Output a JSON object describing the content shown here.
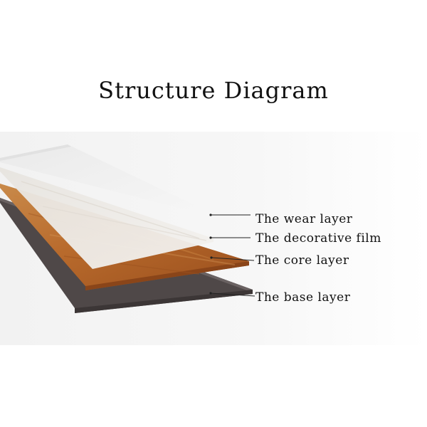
{
  "title": "Structure Diagram",
  "layers": [
    {
      "id": "wear",
      "label": "The wear layer"
    },
    {
      "id": "decorative",
      "label": "The decorative film"
    },
    {
      "id": "core",
      "label": "The core layer"
    },
    {
      "id": "base",
      "label": "The base layer"
    }
  ],
  "colors": {
    "base_layer": "#4f4848",
    "core_layer": "#b5672a",
    "decorative_film": "#eceae7",
    "wear_layer": "#f3f3f3"
  }
}
